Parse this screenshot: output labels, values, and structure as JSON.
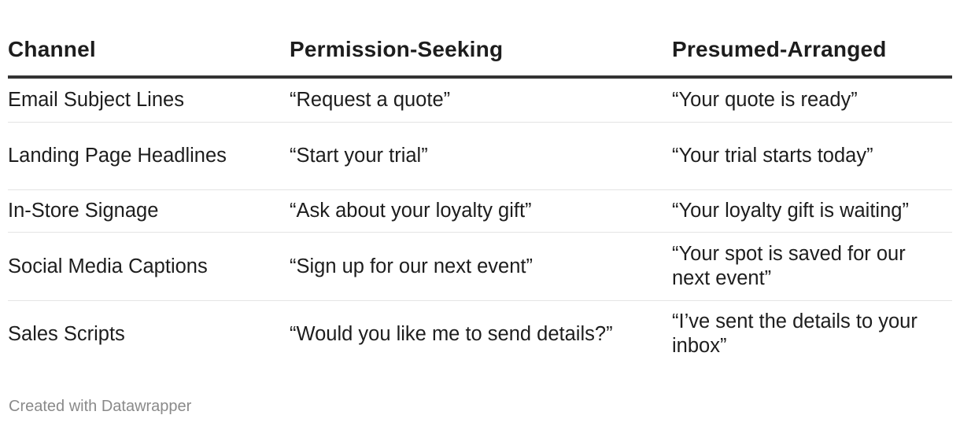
{
  "chart_data": {
    "type": "table",
    "columns": [
      "Channel",
      "Permission-Seeking",
      "Presumed-Arranged"
    ],
    "rows": [
      [
        "Email Subject Lines",
        "“Request a quote”",
        "“Your quote is ready”"
      ],
      [
        "Landing Page Headlines",
        "“Start your trial”",
        "“Your trial starts today”"
      ],
      [
        "In-Store Signage",
        "“Ask about your loyalty gift”",
        "“Your loyalty gift is waiting”"
      ],
      [
        "Social Media Captions",
        "“Sign up for our next event”",
        "“Your spot is saved for our next event”"
      ],
      [
        "Sales Scripts",
        "“Would you like me to send details?”",
        "“I’ve sent the details to your inbox”"
      ]
    ]
  },
  "footer": {
    "credit": "Created with Datawrapper"
  }
}
